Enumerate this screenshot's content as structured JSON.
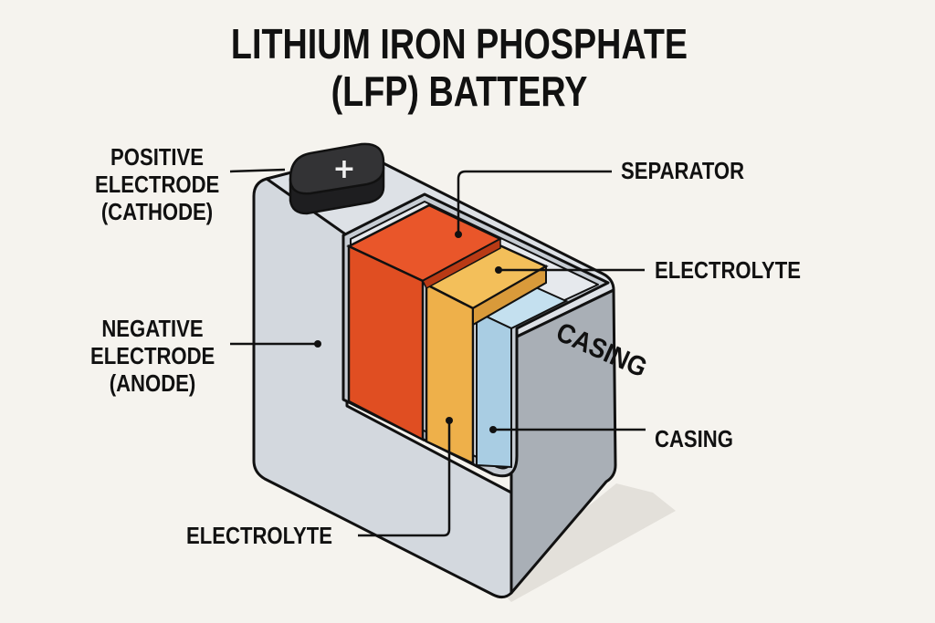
{
  "title": {
    "line1": "LITHIUM IRON PHOSPHATE",
    "line2": "(LFP) BATTERY"
  },
  "labels": {
    "positive_electrode": [
      "POSITIVE",
      "ELECTRODE",
      "(CATHODE)"
    ],
    "negative_electrode": [
      "NEGATIVE",
      "ELECTRODE",
      "(ANODE)"
    ],
    "separator": "SEPARATOR",
    "electrolyte_right": "ELECTROLYTE",
    "casing_right": "CASING",
    "electrolyte_bottom": "ELECTROLYTE",
    "casing_body": "CASING",
    "terminal_symbol": "+"
  },
  "colors": {
    "background": "#f5f3ee",
    "casing": "#d3d8de",
    "casing_dark": "#a9afb6",
    "cathode_layer": "#e04e22",
    "electrolyte_layer": "#eeb04a",
    "anode_layer": "#a9cde3",
    "terminal": "#2b2b2d",
    "outline": "#111111"
  }
}
